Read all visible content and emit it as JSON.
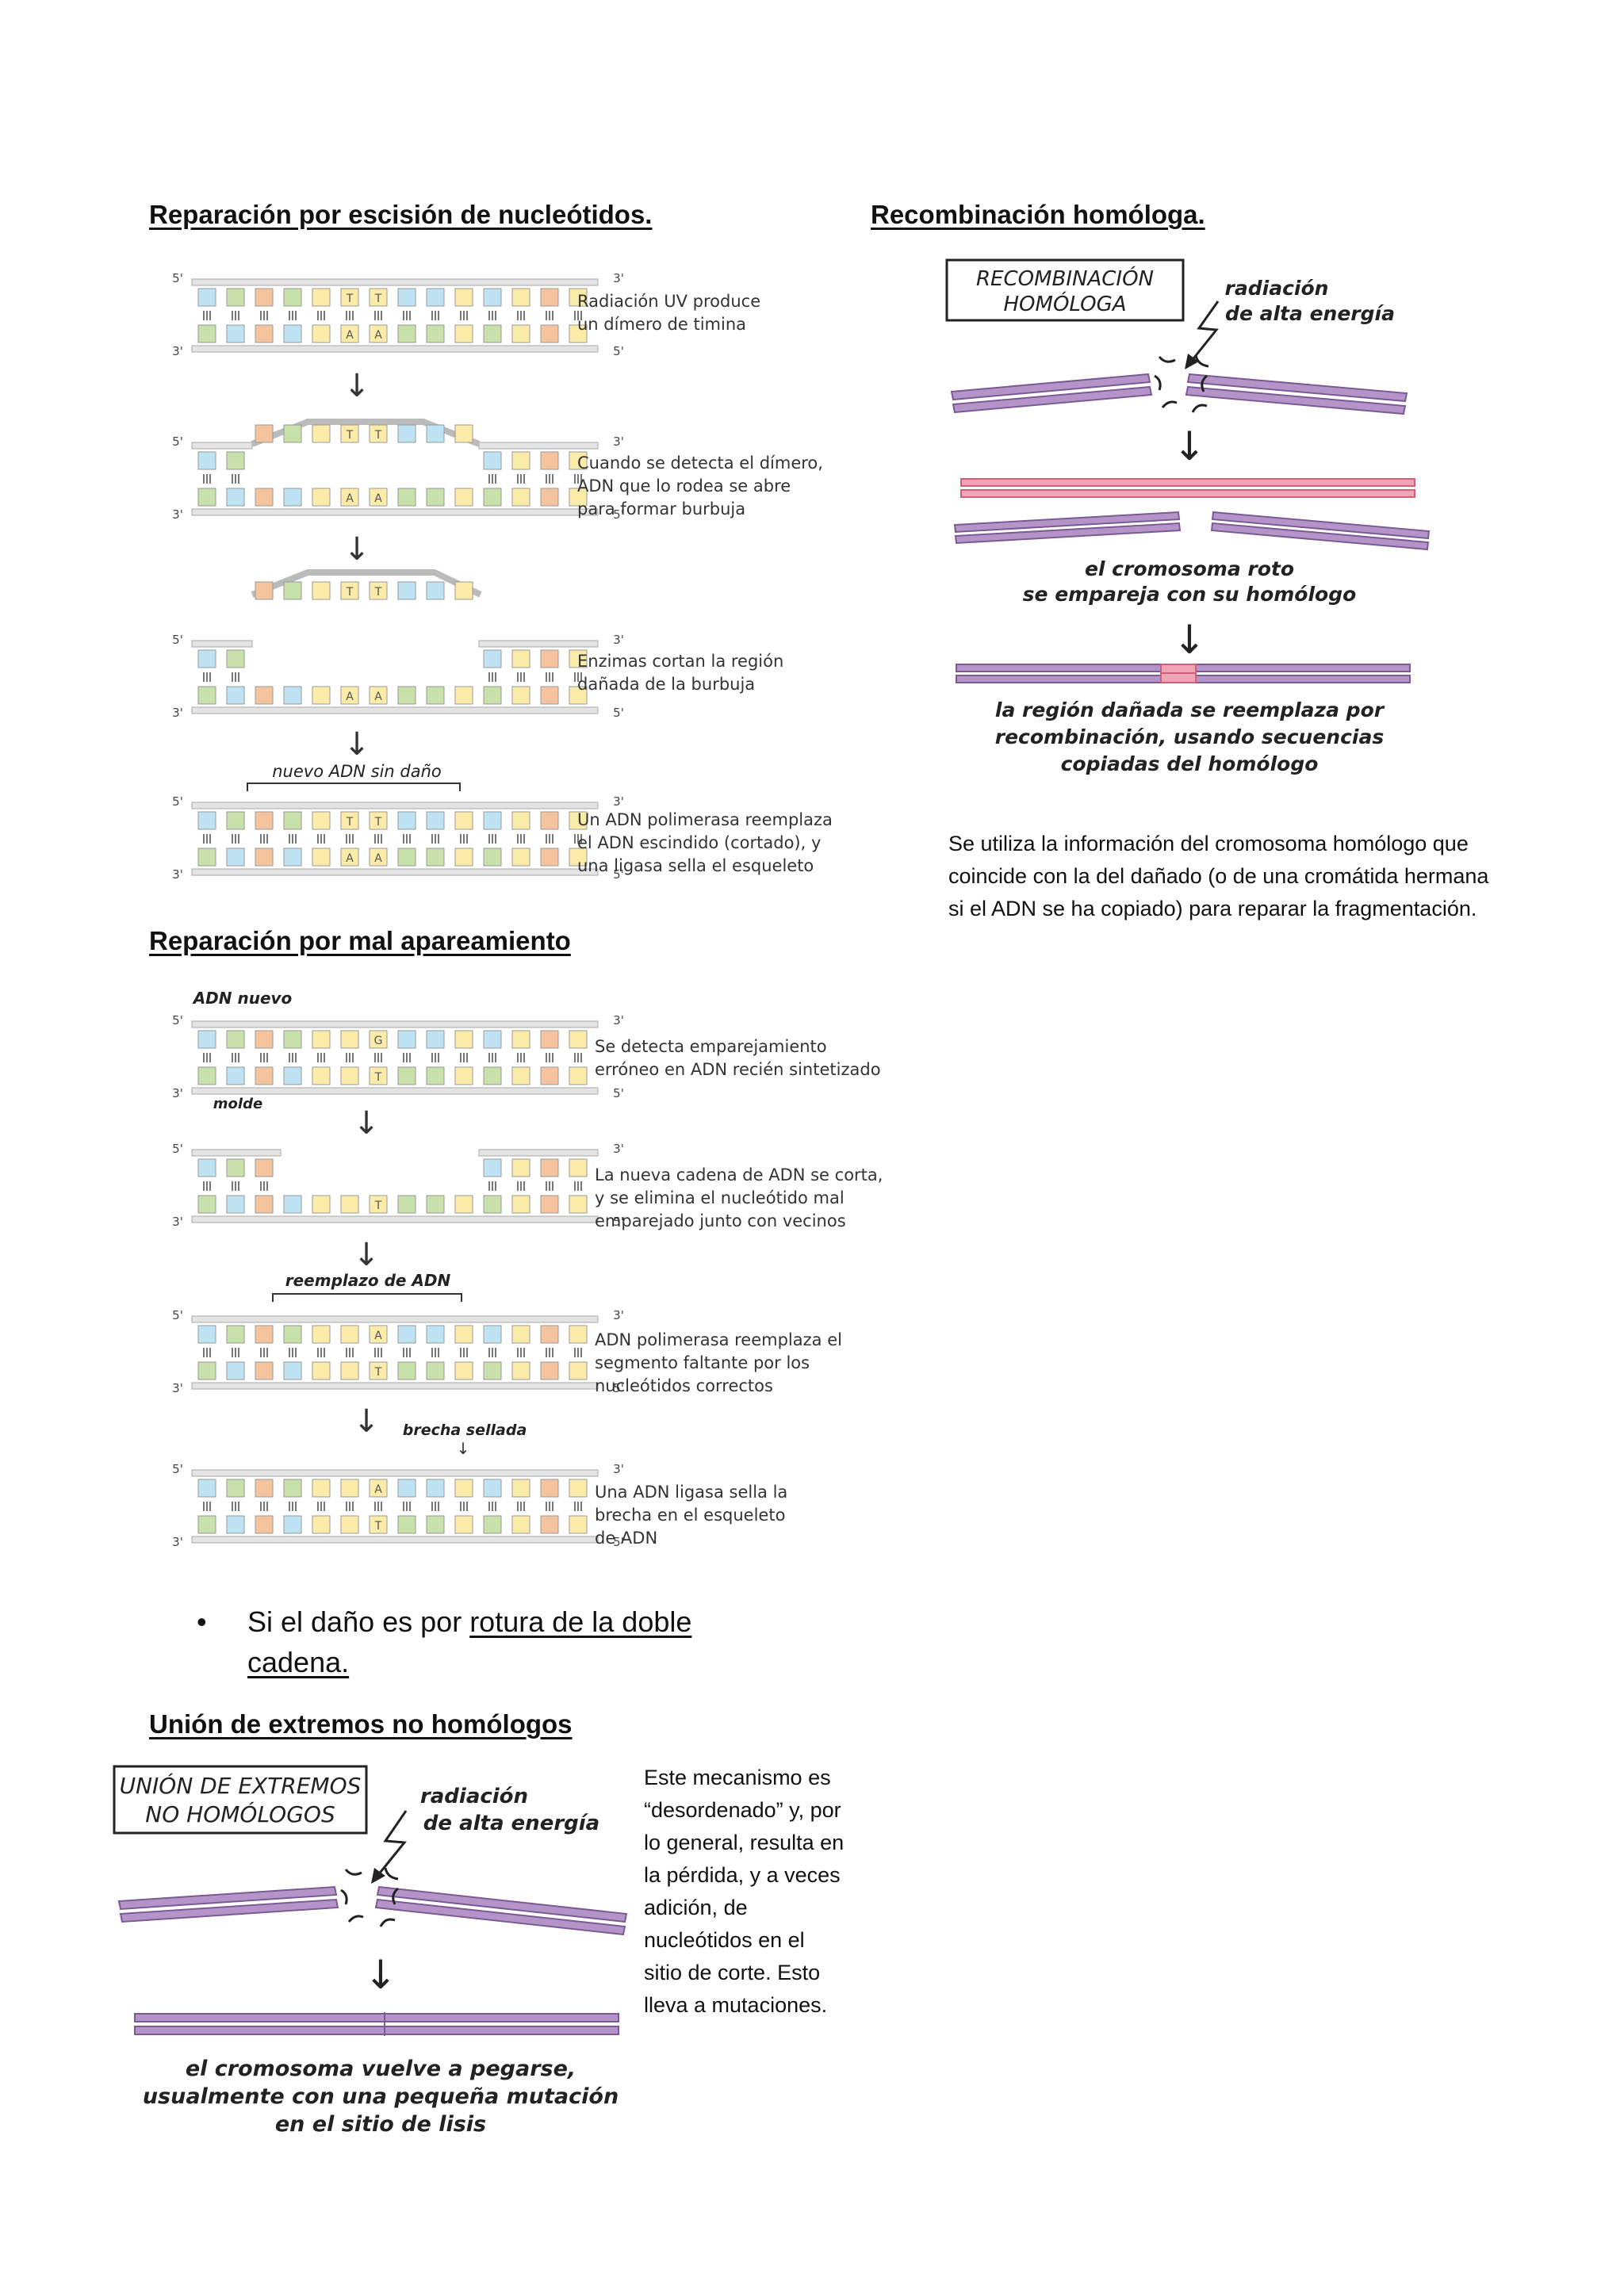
{
  "ner": {
    "heading": "Reparación por escisión de nucleótidos.",
    "captions": [
      [
        "Radiación UV produce",
        "un dímero de timina"
      ],
      [
        "Cuando se detecta el dímero,",
        "ADN que lo rodea se abre",
        "para formar burbuja"
      ],
      [
        "Enzimas cortan la región",
        "dañada de la burbuja"
      ],
      [
        "Un ADN polimerasa reemplaza",
        "el ADN escindido (cortado), y",
        "una ligasa sella el esqueleto"
      ]
    ],
    "annotation": "nuevo ADN sin daño"
  },
  "mmr": {
    "heading": "Reparación por mal apareamiento",
    "captions": [
      [
        "Se detecta emparejamiento",
        "erróneo en ADN recién sintetizado"
      ],
      [
        "La nueva cadena de ADN se corta,",
        "y se elimina el nucleótido mal",
        "emparejado junto con vecinos"
      ],
      [
        "ADN polimerasa reemplaza el",
        "segmento faltante por los",
        "nucleótidos correctos"
      ],
      [
        "Una ADN ligasa sella la",
        "brecha  en el esqueleto",
        "de ADN"
      ]
    ],
    "labels": {
      "nuevo": "ADN nuevo",
      "molde": "molde",
      "reemplazo": "reemplazo de ADN",
      "brecha": "brecha sellada"
    }
  },
  "bullet": {
    "text": "Si el daño es por ",
    "underlined": "rotura de la doble cadena."
  },
  "nhej": {
    "heading": "Unión de extremos no homólogos",
    "box_lines": [
      "UNIÓN DE EXTREMOS",
      "NO HOMÓLOGOS"
    ],
    "radiation_lines": [
      "radiación",
      "de alta energía"
    ],
    "result_lines": [
      "el cromosoma vuelve a pegarse,",
      "usualmente con una pequeña mutación",
      "en el sitio de lisis"
    ],
    "description": "Este mecanismo es “desordenado” y, por lo general, resulta en la pérdida, y a veces adición, de nucleótidos en el sitio de corte. Esto lleva a mutaciones."
  },
  "hr": {
    "heading": "Recombinación homóloga.",
    "box_lines": [
      "RECOMBINACIÓN",
      "HOMÓLOGA"
    ],
    "radiation_lines": [
      "radiación",
      "de alta energía"
    ],
    "pair_lines": [
      "el cromosoma roto",
      "se empareja con su homólogo"
    ],
    "result_lines": [
      "la región dañada se reemplaza por",
      "recombinación, usando secuencias",
      "copiadas del homólogo"
    ],
    "description": "Se utiliza la información del cromosoma homólogo que coincide con la del dañado (o de una cromátida hermana si el ADN se ha copiado) para reparar la fragmentación."
  },
  "glyphs": {
    "arrow": "↓",
    "bullet": "•",
    "prime5": "5'",
    "prime3": "3'",
    "T": "T",
    "A": "A",
    "G": "G"
  },
  "colors": {
    "blue": "#bfe3f3",
    "green": "#c8e0a9",
    "yellow": "#fbeba9",
    "orange": "#f6c39f",
    "backbone": "#e4e4e4",
    "purple": "#b595c9",
    "pink": "#f0a5b6"
  }
}
